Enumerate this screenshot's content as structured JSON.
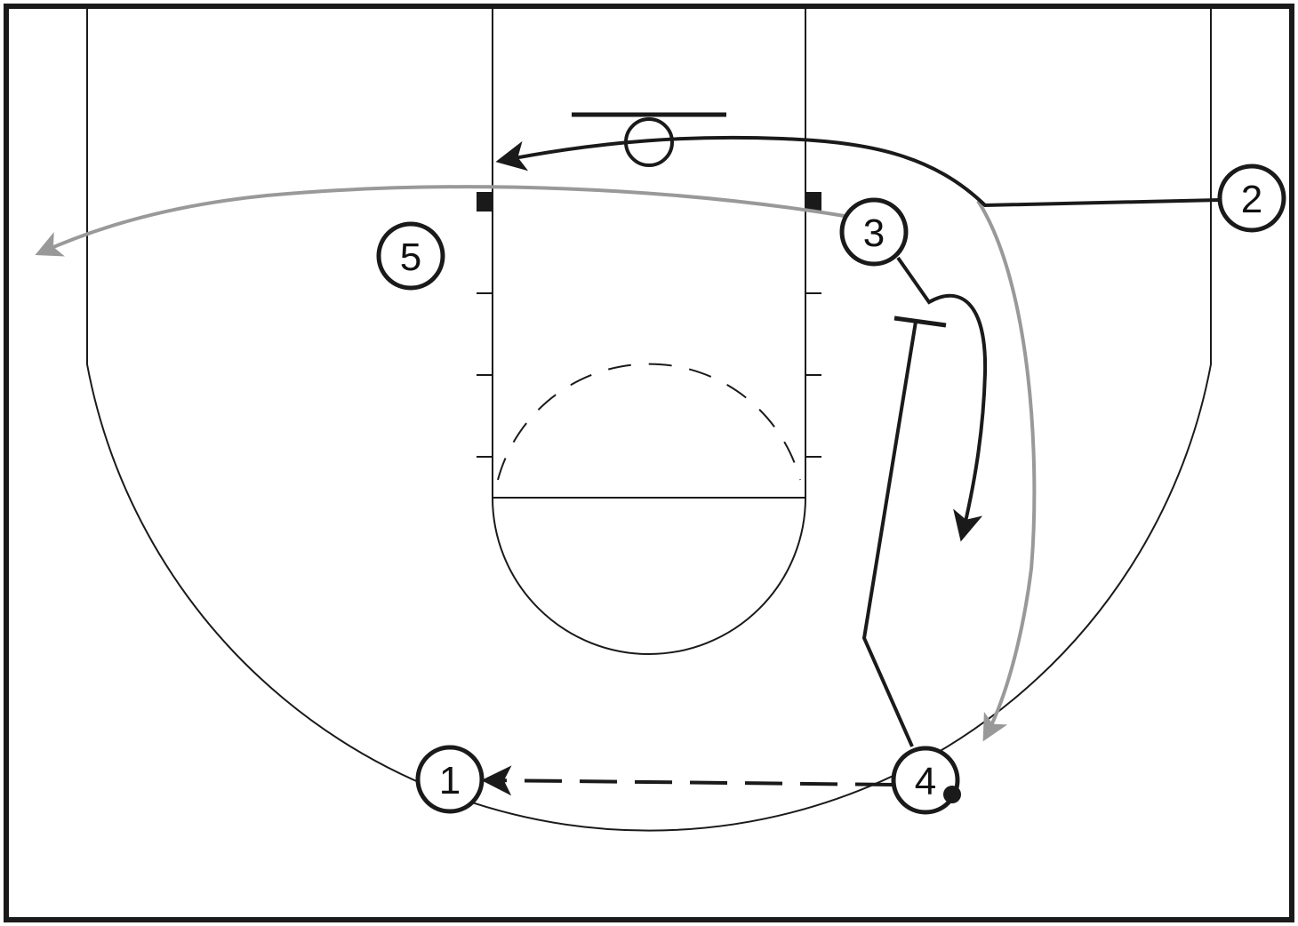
{
  "colors": {
    "court_line": "#1a1a1a",
    "action_path": "#1a1a1a",
    "secondary_path": "#999999",
    "background": "#ffffff"
  },
  "players": [
    {
      "id": "player-1",
      "label": "1"
    },
    {
      "id": "player-2",
      "label": "2"
    },
    {
      "id": "player-3",
      "label": "3"
    },
    {
      "id": "player-4",
      "label": "4",
      "has_ball": true
    },
    {
      "id": "player-5",
      "label": "5"
    }
  ],
  "actions": [
    {
      "type": "pass",
      "from": "4",
      "to": "1",
      "style": "dashed"
    },
    {
      "type": "cut",
      "player": "2",
      "style": "solid"
    },
    {
      "type": "screen",
      "player": "4",
      "style": "screen"
    },
    {
      "type": "cut",
      "player": "3",
      "style": "solid"
    },
    {
      "type": "cut",
      "style": "secondary"
    }
  ]
}
